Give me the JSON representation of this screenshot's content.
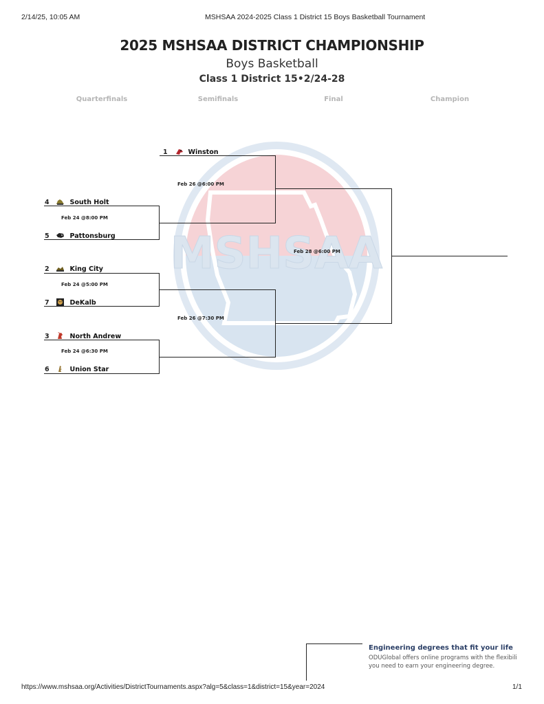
{
  "header": {
    "datetime": "2/14/25, 10:05 AM",
    "page_title": "MSHSAA 2024-2025 Class 1 District 15 Boys Basketball Tournament"
  },
  "title": {
    "main": "2025 MSHSAA DISTRICT CHAMPIONSHIP",
    "sport": "Boys Basketball",
    "district": "Class 1 District 15•2/24-28"
  },
  "rounds": [
    "Quarterfinals",
    "Semifinals",
    "Final",
    "Champion"
  ],
  "watermark": {
    "text": "MSHSAA",
    "colors": {
      "red": "#f4cfd2",
      "blue": "#d5e1ee"
    }
  },
  "teams": {
    "winston": {
      "seed": "1",
      "name": "Winston"
    },
    "south_holt": {
      "seed": "4",
      "name": "South Holt"
    },
    "pattonsburg": {
      "seed": "5",
      "name": "Pattonsburg"
    },
    "king_city": {
      "seed": "2",
      "name": "King City"
    },
    "dekalb": {
      "seed": "7",
      "name": "DeKalb"
    },
    "north_andrew": {
      "seed": "3",
      "name": "North Andrew"
    },
    "union_star": {
      "seed": "6",
      "name": "Union Star"
    }
  },
  "games": {
    "qf1": "Feb 24 @8:00 PM",
    "qf2": "Feb 24 @5:00 PM",
    "qf3": "Feb 24 @6:30 PM",
    "sf1": "Feb 26 @6:00 PM",
    "sf2": "Feb 26 @7:30 PM",
    "final": "Feb 28 @6:00 PM"
  },
  "ad": {
    "headline": "Engineering degrees that fit your life",
    "line1": "ODUGlobal offers online programs with the flexibili",
    "line2": "you need to earn your engineering degree."
  },
  "footer": {
    "url": "https://www.mshsaa.org/Activities/DistrictTournaments.aspx?alg=5&class=1&district=15&year=2024",
    "page": "1/1"
  }
}
